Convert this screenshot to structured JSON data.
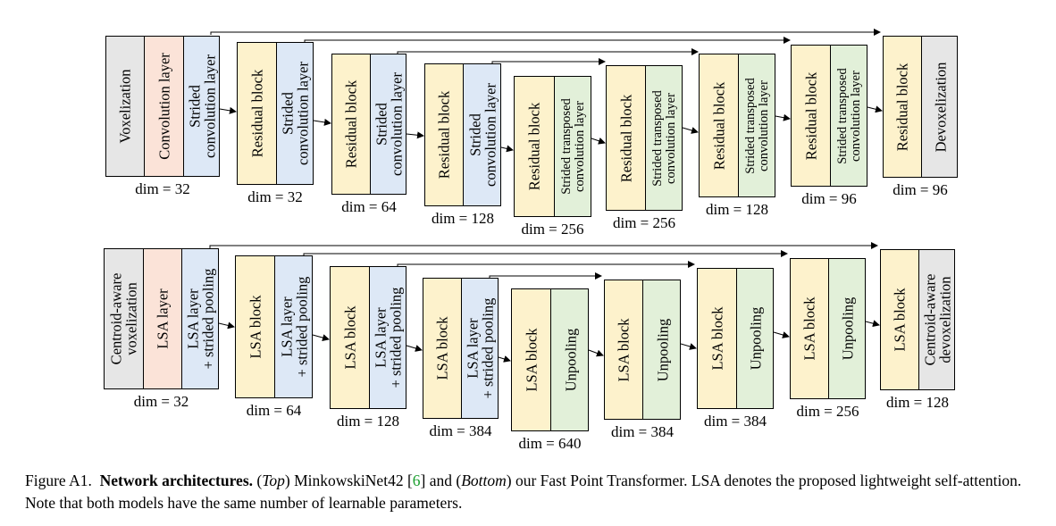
{
  "colors": {
    "gray": "#e6e6e6",
    "peach": "#fbe3d8",
    "blue": "#dde8f6",
    "yellow": "#fdf2cc",
    "green": "#e2f0d9",
    "citation": "#1a9e2e"
  },
  "rows": [
    {
      "id": "top",
      "blocks": [
        {
          "layers": [
            {
              "text": "Voxelization",
              "color": "gray"
            },
            {
              "text": "Convolution layer",
              "color": "peach"
            },
            {
              "text": "Strided\nconvolution layer",
              "color": "blue"
            }
          ],
          "dim": "dim = 32"
        },
        {
          "layers": [
            {
              "text": "Residual block",
              "color": "yellow"
            },
            {
              "text": "Strided\nconvolution layer",
              "color": "blue"
            }
          ],
          "dim": "dim = 32"
        },
        {
          "layers": [
            {
              "text": "Residual block",
              "color": "yellow"
            },
            {
              "text": "Strided\nconvolution layer",
              "color": "blue"
            }
          ],
          "dim": "dim = 64"
        },
        {
          "layers": [
            {
              "text": "Residual block",
              "color": "yellow"
            },
            {
              "text": "Strided\nconvolution layer",
              "color": "blue"
            }
          ],
          "dim": "dim = 128"
        },
        {
          "layers": [
            {
              "text": "Residual block",
              "color": "yellow"
            },
            {
              "text": "Strided transposed\nconvolution layer",
              "color": "green"
            }
          ],
          "dim": "dim = 256"
        },
        {
          "layers": [
            {
              "text": "Residual block",
              "color": "yellow"
            },
            {
              "text": "Strided transposed\nconvolution layer",
              "color": "green"
            }
          ],
          "dim": "dim = 256"
        },
        {
          "layers": [
            {
              "text": "Residual block",
              "color": "yellow"
            },
            {
              "text": "Strided transposed\nconvolution layer",
              "color": "green"
            }
          ],
          "dim": "dim = 128"
        },
        {
          "layers": [
            {
              "text": "Residual block",
              "color": "yellow"
            },
            {
              "text": "Strided transposed\nconvolution layer",
              "color": "green"
            }
          ],
          "dim": "dim = 96"
        },
        {
          "layers": [
            {
              "text": "Residual block",
              "color": "yellow"
            },
            {
              "text": "Devoxelization",
              "color": "gray"
            }
          ],
          "dim": "dim = 96"
        }
      ]
    },
    {
      "id": "bottom",
      "blocks": [
        {
          "layers": [
            {
              "text": "Centroid-aware\nvoxelization",
              "color": "gray"
            },
            {
              "text": "LSA layer",
              "color": "peach"
            },
            {
              "text": "LSA layer\n+ strided pooling",
              "color": "blue"
            }
          ],
          "dim": "dim = 32"
        },
        {
          "layers": [
            {
              "text": "LSA block",
              "color": "yellow"
            },
            {
              "text": "LSA layer\n+ strided pooling",
              "color": "blue"
            }
          ],
          "dim": "dim = 64"
        },
        {
          "layers": [
            {
              "text": "LSA block",
              "color": "yellow"
            },
            {
              "text": "LSA layer\n+ strided pooling",
              "color": "blue"
            }
          ],
          "dim": "dim = 128"
        },
        {
          "layers": [
            {
              "text": "LSA block",
              "color": "yellow"
            },
            {
              "text": "LSA layer\n+ strided pooling",
              "color": "blue"
            }
          ],
          "dim": "dim = 384"
        },
        {
          "layers": [
            {
              "text": "LSA block",
              "color": "yellow"
            },
            {
              "text": "Unpooling",
              "color": "green"
            }
          ],
          "dim": "dim = 640"
        },
        {
          "layers": [
            {
              "text": "LSA block",
              "color": "yellow"
            },
            {
              "text": "Unpooling",
              "color": "green"
            }
          ],
          "dim": "dim = 384"
        },
        {
          "layers": [
            {
              "text": "LSA block",
              "color": "yellow"
            },
            {
              "text": "Unpooling",
              "color": "green"
            }
          ],
          "dim": "dim = 384"
        },
        {
          "layers": [
            {
              "text": "LSA block",
              "color": "yellow"
            },
            {
              "text": "Unpooling",
              "color": "green"
            }
          ],
          "dim": "dim = 256"
        },
        {
          "layers": [
            {
              "text": "LSA block",
              "color": "yellow"
            },
            {
              "text": "Centroid-aware\ndevoxelization",
              "color": "gray"
            }
          ],
          "dim": "dim = 128"
        }
      ]
    }
  ],
  "caption": {
    "figure_label": "Figure A1.",
    "title": "Network architectures.",
    "top_label": "Top",
    "top_text_1": " MinkowskiNet42 [",
    "citation": "6",
    "top_text_2": "] and (",
    "bottom_label": "Bottom",
    "rest": ") our Fast Point Transformer. LSA denotes the proposed lightweight self-attention. Note that both models have the same number of learnable parameters."
  }
}
